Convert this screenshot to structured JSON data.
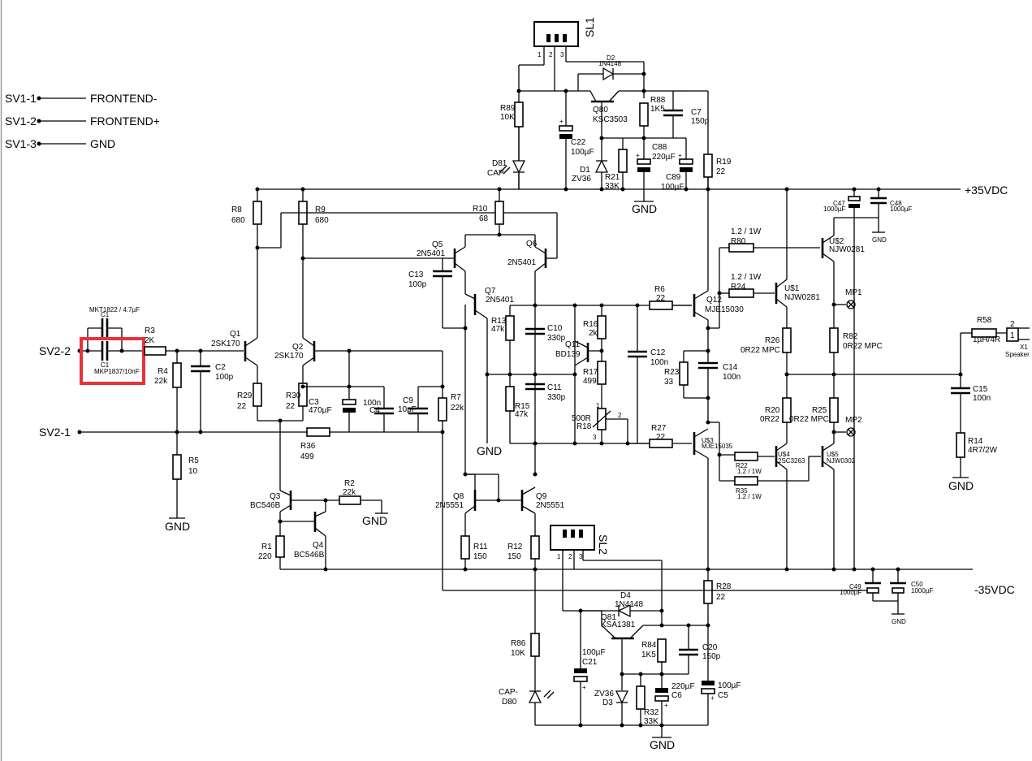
{
  "connectors": {
    "sv1": [
      {
        "pin": "SV1-1",
        "net": "FRONTEND-"
      },
      {
        "pin": "SV1-2",
        "net": "FRONTEND+"
      },
      {
        "pin": "SV1-3",
        "net": "GND"
      }
    ],
    "sv2_2": "SV2-2",
    "sv2_1": "SV2-1",
    "sl1": "SL1",
    "sl2": "SL2",
    "pin1": "1",
    "pin2": "2",
    "pin3": "3",
    "x1": "X1",
    "speaker": "Speaker"
  },
  "rails": {
    "pos": "+35VDC",
    "neg": "-35VDC",
    "gnd": "GND"
  },
  "parts": {
    "c1_name": "C1",
    "c1_val": "MKP1837/10nF",
    "c1b_name": "C1",
    "c1b_val": "MKT1822 / 4.7µF",
    "r3": "R3",
    "r3v": "2K",
    "r4": "R4",
    "r4v": "22k",
    "r5": "R5",
    "r5v": "10",
    "c2": "C2",
    "c2v": "100p",
    "q1": "Q1",
    "q1v": "2SK170",
    "q2": "Q2",
    "q2v": "2SK170",
    "r8": "R8",
    "r8v": "680",
    "r9": "R9",
    "r9v": "680",
    "r29": "R29",
    "r29v": "22",
    "r30": "R30",
    "r30v": "22",
    "c3": "C3",
    "c3v": "470µF",
    "c4": "C4",
    "c4v": "100n",
    "c9": "C9",
    "c9v": "10pF",
    "r7": "R7",
    "r7v": "22k",
    "r36": "R36",
    "r36v": "499",
    "q3": "Q3",
    "q3v": "BC546B",
    "q4": "Q4",
    "q4v": "BC546B",
    "r2": "R2",
    "r2v": "22k",
    "r1": "R1",
    "r1v": "220",
    "r10": "R10",
    "r10v": "68",
    "q5": "Q5",
    "q5v": "2N5401",
    "q6": "Q6",
    "q6v": "2N5401",
    "q7": "Q7",
    "q7v": "2N5401",
    "c13": "C13",
    "c13v": "100p",
    "r13": "R13",
    "r13v": "47k",
    "r15": "R15",
    "r15v": "47k",
    "c10": "C10",
    "c10v": "330p",
    "c11": "C11",
    "c11v": "330p",
    "q8": "Q8",
    "q8v": "2N5551",
    "q9": "Q9",
    "q9v": "2N5551",
    "r11": "R11",
    "r11v": "150",
    "r12": "R12",
    "r12v": "150",
    "r16": "R16",
    "r16v": "2k",
    "r17": "R17",
    "r17v": "499",
    "q11": "Q11",
    "q11v": "BD139",
    "r18": "R18",
    "r18v": "500R",
    "c12": "C12",
    "c12v": "100n",
    "r6": "R6",
    "r6v": "22",
    "r27": "R27",
    "r27v": "22",
    "r23": "R23",
    "r23v": "33",
    "c14": "C14",
    "c14v": "100n",
    "q12": "Q12",
    "q12v": "MJE15030",
    "u3": "U$3",
    "u3v": "MJE15035",
    "r80": "R80",
    "r80v": "1.2 / 1W",
    "r24": "R24",
    "r24v": "1.2 / 1W",
    "u2": "U$2",
    "u2v": "NJW0281",
    "u1": "U$1",
    "u1v": "NJW0281",
    "r26": "R26",
    "r26v": "0R22 MPC",
    "r82": "R82",
    "r82v": "0R22 MPC",
    "r20": "R20",
    "r20v": "0R22",
    "r25": "R25",
    "r25v": "0R22 MPC",
    "mp1": "MP1",
    "mp2": "MP2",
    "u4": "U$4",
    "u4v": "2SC3263",
    "u5": "U$5",
    "u5v": "NJW0302",
    "r22": "R22",
    "r22v": "1.2 / 1W",
    "r35": "R35",
    "r35v": "1.2 / 1W",
    "r58": "R58",
    "r58v": "1µH/4R",
    "c15": "C15",
    "c15v": "100n",
    "r14": "R14",
    "r14v": "4R7/2W",
    "c47": "C47",
    "c47v": "1000µF",
    "c48": "C48",
    "c48v": "1000µF",
    "c49": "C49",
    "c49v": "1000µF",
    "c50": "C50",
    "c50v": "1000µF",
    "d2": "D2",
    "d2v": "1N4148",
    "q80": "Q80",
    "q80v": "KSC3503",
    "r89": "R89",
    "r89v": "10K",
    "d81": "D81",
    "d81v": "CAP",
    "c22": "C22",
    "c22v": "100µF",
    "d1": "D1",
    "d1v": "ZV36",
    "r21": "R21",
    "r21v": "33K",
    "r88": "R88",
    "r88v": "1K5",
    "c88": "C88",
    "c88v": "220µF",
    "c7": "C7",
    "c7v": "150p",
    "c89": "C89",
    "c89v": "100µF",
    "r19": "R19",
    "r19v": "22",
    "r28": "R28",
    "r28v": "22",
    "d4": "D4",
    "d4v": "1N4148",
    "q81": "Q81",
    "q81v": "KSA1381",
    "r86": "R86",
    "r86v": "10K",
    "c21": "C21",
    "c21v": "100µF",
    "d80": "D80",
    "d80v": "CAP-",
    "r84": "R84",
    "r84v": "1K5",
    "c20": "C20",
    "c20v": "150p",
    "d3": "D3",
    "d3v": "ZV36",
    "r32": "R32",
    "r32v": "33K",
    "c6": "C6",
    "c6v": "220µF",
    "c5": "C5",
    "c5v": "100µF"
  },
  "highlight_color": "#e8323a"
}
